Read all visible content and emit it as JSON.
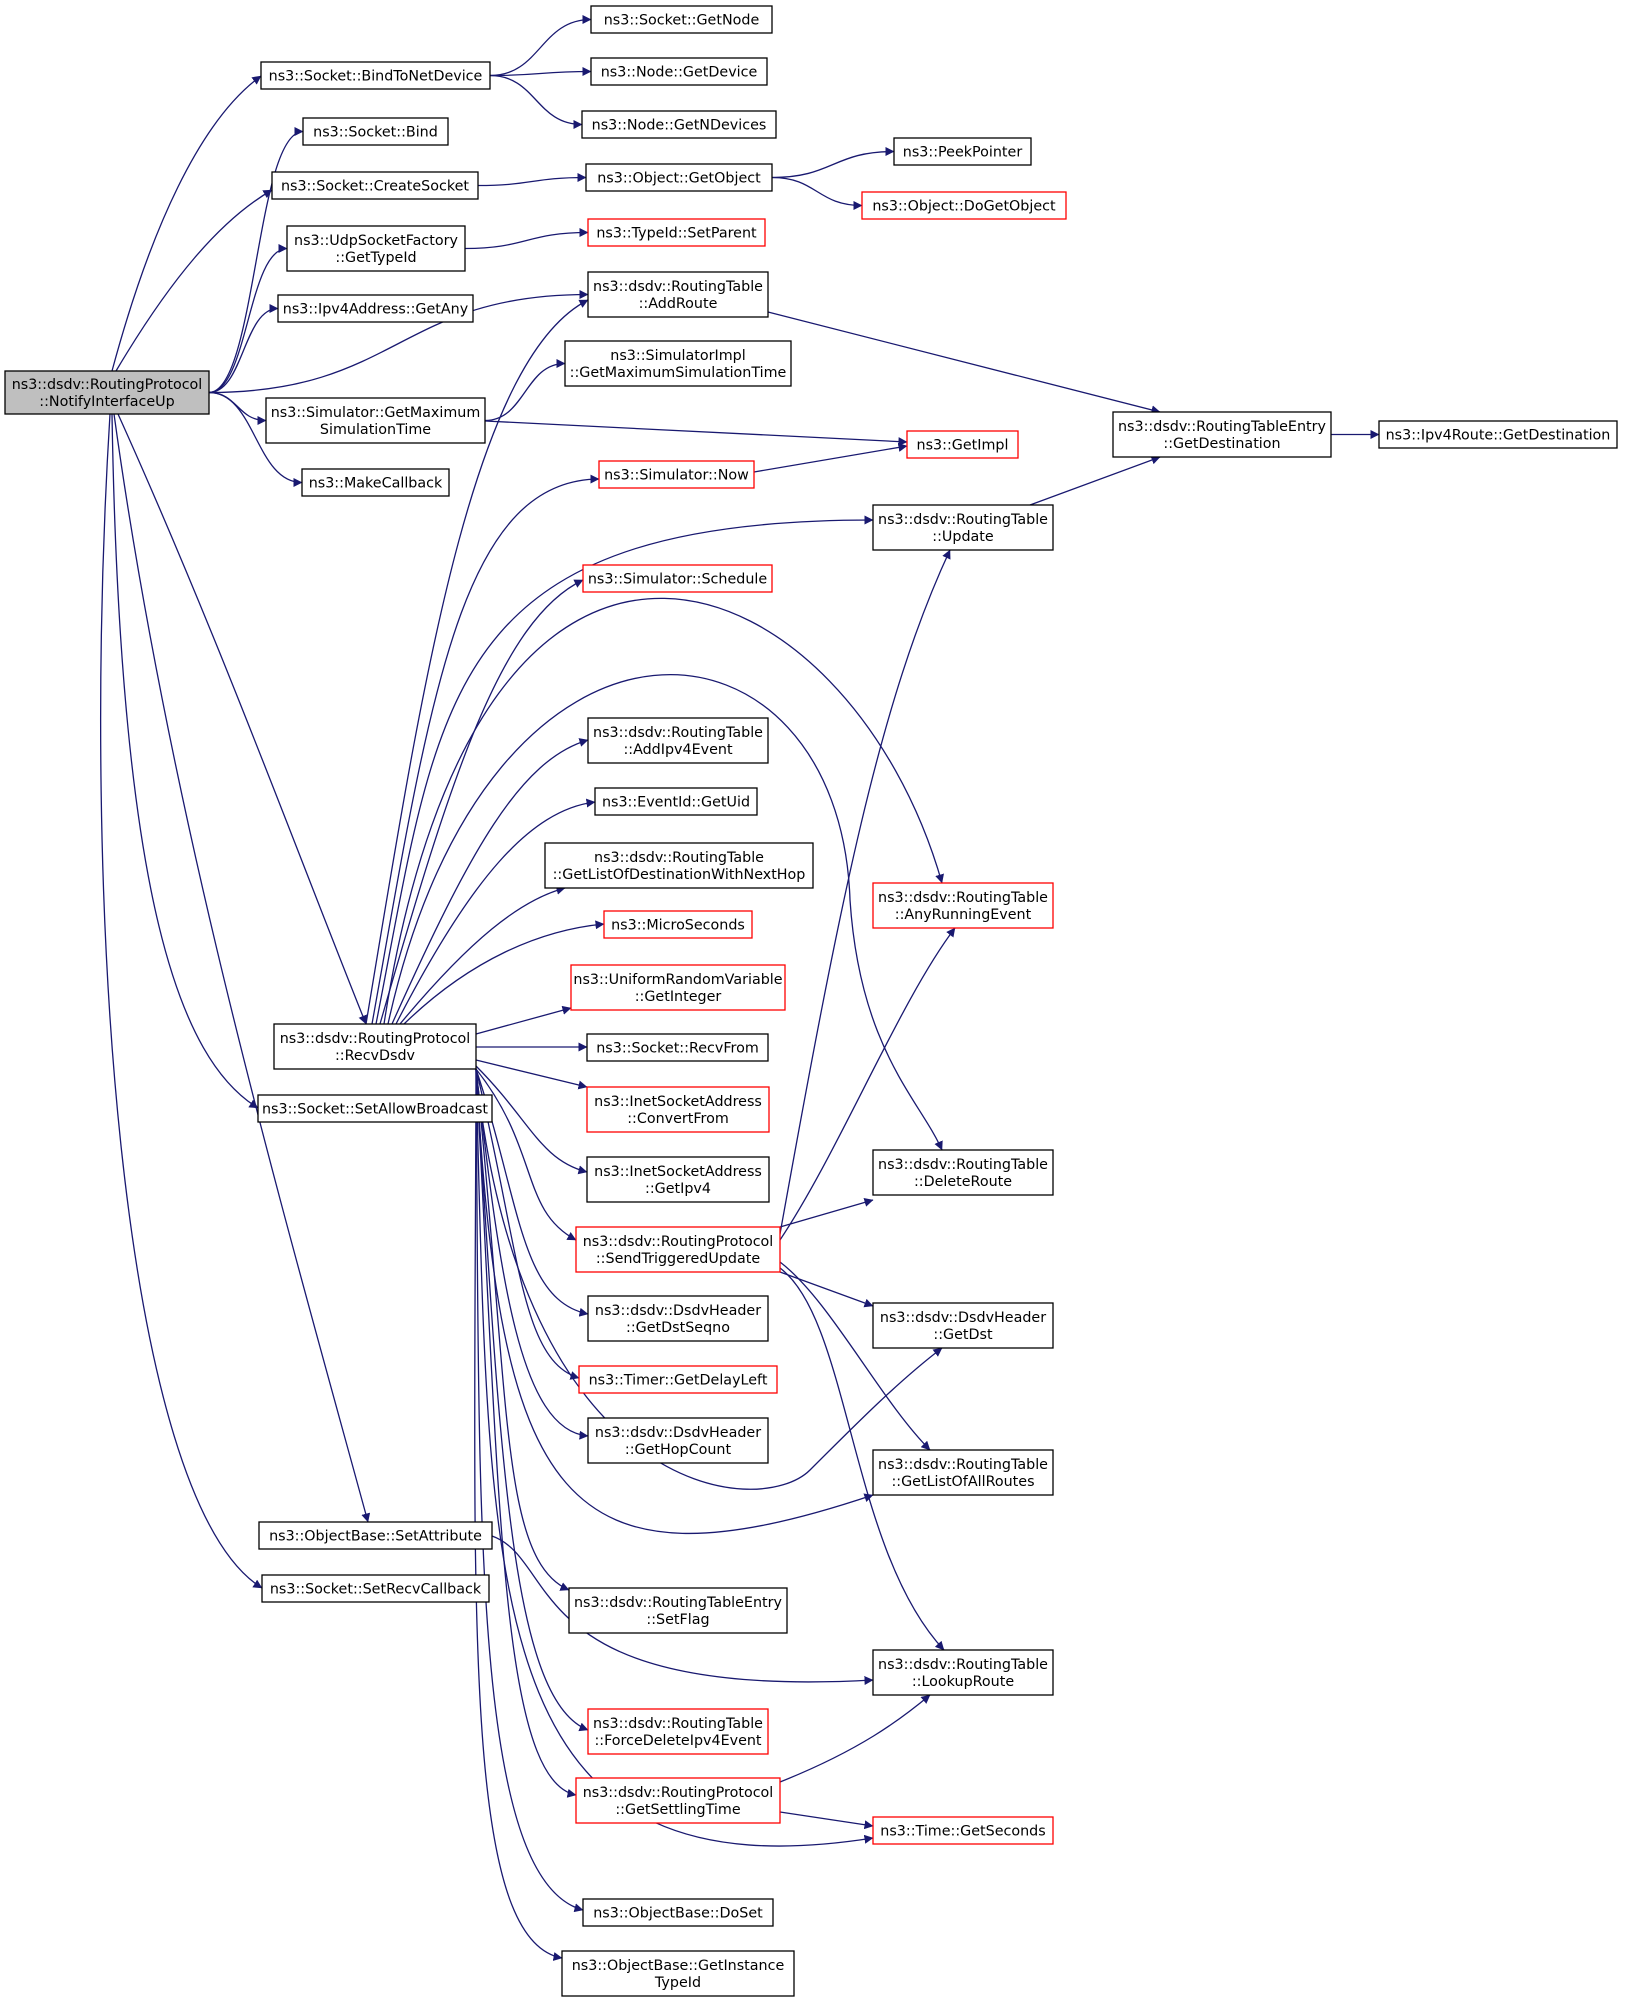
{
  "colors": {
    "edge": "#191970",
    "node_border": "#000000",
    "node_border_external": "#ff0000",
    "root_fill": "#bfbfbf",
    "node_fill": "#ffffff"
  },
  "nodes": {
    "root": {
      "lines": [
        "ns3::dsdv::RoutingProtocol",
        "::NotifyInterfaceUp"
      ],
      "style": "root"
    },
    "bind_to_net_device": {
      "lines": [
        "ns3::Socket::BindToNetDevice"
      ],
      "style": "normal"
    },
    "socket_get_node": {
      "lines": [
        "ns3::Socket::GetNode"
      ],
      "style": "normal"
    },
    "node_get_device": {
      "lines": [
        "ns3::Node::GetDevice"
      ],
      "style": "normal"
    },
    "node_get_n_devices": {
      "lines": [
        "ns3::Node::GetNDevices"
      ],
      "style": "normal"
    },
    "socket_bind": {
      "lines": [
        "ns3::Socket::Bind"
      ],
      "style": "normal"
    },
    "create_socket": {
      "lines": [
        "ns3::Socket::CreateSocket"
      ],
      "style": "normal"
    },
    "get_object": {
      "lines": [
        "ns3::Object::GetObject"
      ],
      "style": "normal"
    },
    "peek_pointer": {
      "lines": [
        "ns3::PeekPointer"
      ],
      "style": "normal"
    },
    "do_get_object": {
      "lines": [
        "ns3::Object::DoGetObject"
      ],
      "style": "external"
    },
    "udp_get_type_id": {
      "lines": [
        "ns3::UdpSocketFactory",
        "::GetTypeId"
      ],
      "style": "normal"
    },
    "set_parent": {
      "lines": [
        "ns3::TypeId::SetParent"
      ],
      "style": "external"
    },
    "ipv4_get_any": {
      "lines": [
        "ns3::Ipv4Address::GetAny"
      ],
      "style": "normal"
    },
    "rt_add_route": {
      "lines": [
        "ns3::dsdv::RoutingTable",
        "::AddRoute"
      ],
      "style": "normal"
    },
    "simimpl_max_time": {
      "lines": [
        "ns3::SimulatorImpl",
        "::GetMaximumSimulationTime"
      ],
      "style": "normal"
    },
    "sim_max_time": {
      "lines": [
        "ns3::Simulator::GetMaximum",
        "SimulationTime"
      ],
      "style": "normal"
    },
    "rte_get_destination": {
      "lines": [
        "ns3::dsdv::RoutingTableEntry",
        "::GetDestination"
      ],
      "style": "normal"
    },
    "ipv4route_get_destination": {
      "lines": [
        "ns3::Ipv4Route::GetDestination"
      ],
      "style": "normal"
    },
    "get_impl": {
      "lines": [
        "ns3::GetImpl"
      ],
      "style": "external"
    },
    "make_callback": {
      "lines": [
        "ns3::MakeCallback"
      ],
      "style": "normal"
    },
    "sim_now": {
      "lines": [
        "ns3::Simulator::Now"
      ],
      "style": "external"
    },
    "rt_update": {
      "lines": [
        "ns3::dsdv::RoutingTable",
        "::Update"
      ],
      "style": "normal"
    },
    "sim_schedule": {
      "lines": [
        "ns3::Simulator::Schedule"
      ],
      "style": "external"
    },
    "rt_add_ipv4_event": {
      "lines": [
        "ns3::dsdv::RoutingTable",
        "::AddIpv4Event"
      ],
      "style": "normal"
    },
    "event_get_uid": {
      "lines": [
        "ns3::EventId::GetUid"
      ],
      "style": "normal"
    },
    "rt_get_list_next_hop": {
      "lines": [
        "ns3::dsdv::RoutingTable",
        "::GetListOfDestinationWithNextHop"
      ],
      "style": "normal"
    },
    "micro_seconds": {
      "lines": [
        "ns3::MicroSeconds"
      ],
      "style": "external"
    },
    "rt_any_running_event": {
      "lines": [
        "ns3::dsdv::RoutingTable",
        "::AnyRunningEvent"
      ],
      "style": "external"
    },
    "urv_get_integer": {
      "lines": [
        "ns3::UniformRandomVariable",
        "::GetInteger"
      ],
      "style": "external"
    },
    "recv_dsdv": {
      "lines": [
        "ns3::dsdv::RoutingProtocol",
        "::RecvDsdv"
      ],
      "style": "normal"
    },
    "socket_recv_from": {
      "lines": [
        "ns3::Socket::RecvFrom"
      ],
      "style": "normal"
    },
    "set_allow_broadcast": {
      "lines": [
        "ns3::Socket::SetAllowBroadcast"
      ],
      "style": "normal"
    },
    "inet_convert_from": {
      "lines": [
        "ns3::InetSocketAddress",
        "::ConvertFrom"
      ],
      "style": "external"
    },
    "inet_get_ipv4": {
      "lines": [
        "ns3::InetSocketAddress",
        "::GetIpv4"
      ],
      "style": "normal"
    },
    "rt_delete_route": {
      "lines": [
        "ns3::dsdv::RoutingTable",
        "::DeleteRoute"
      ],
      "style": "normal"
    },
    "send_triggered_update": {
      "lines": [
        "ns3::dsdv::RoutingProtocol",
        "::SendTriggeredUpdate"
      ],
      "style": "external"
    },
    "dsdvh_get_dst_seqno": {
      "lines": [
        "ns3::dsdv::DsdvHeader",
        "::GetDstSeqno"
      ],
      "style": "normal"
    },
    "dsdvh_get_dst": {
      "lines": [
        "ns3::dsdv::DsdvHeader",
        "::GetDst"
      ],
      "style": "normal"
    },
    "timer_get_delay_left": {
      "lines": [
        "ns3::Timer::GetDelayLeft"
      ],
      "style": "external"
    },
    "dsdvh_get_hop_count": {
      "lines": [
        "ns3::dsdv::DsdvHeader",
        "::GetHopCount"
      ],
      "style": "normal"
    },
    "rt_get_list_all_routes": {
      "lines": [
        "ns3::dsdv::RoutingTable",
        "::GetListOfAllRoutes"
      ],
      "style": "normal"
    },
    "ob_set_attribute": {
      "lines": [
        "ns3::ObjectBase::SetAttribute"
      ],
      "style": "normal"
    },
    "set_recv_callback": {
      "lines": [
        "ns3::Socket::SetRecvCallback"
      ],
      "style": "normal"
    },
    "rte_set_flag": {
      "lines": [
        "ns3::dsdv::RoutingTableEntry",
        "::SetFlag"
      ],
      "style": "normal"
    },
    "rt_lookup_route": {
      "lines": [
        "ns3::dsdv::RoutingTable",
        "::LookupRoute"
      ],
      "style": "normal"
    },
    "rt_force_delete": {
      "lines": [
        "ns3::dsdv::RoutingTable",
        "::ForceDeleteIpv4Event"
      ],
      "style": "external"
    },
    "get_settling_time": {
      "lines": [
        "ns3::dsdv::RoutingProtocol",
        "::GetSettlingTime"
      ],
      "style": "external"
    },
    "time_get_seconds": {
      "lines": [
        "ns3::Time::GetSeconds"
      ],
      "style": "external"
    },
    "ob_do_set": {
      "lines": [
        "ns3::ObjectBase::DoSet"
      ],
      "style": "normal"
    },
    "ob_get_instance_type_id": {
      "lines": [
        "ns3::ObjectBase::GetInstance",
        "TypeId"
      ],
      "style": "normal"
    }
  },
  "edges": [
    [
      "root",
      "bind_to_net_device"
    ],
    [
      "root",
      "socket_bind"
    ],
    [
      "root",
      "create_socket"
    ],
    [
      "root",
      "udp_get_type_id"
    ],
    [
      "root",
      "ipv4_get_any"
    ],
    [
      "root",
      "rt_add_route"
    ],
    [
      "root",
      "sim_max_time"
    ],
    [
      "root",
      "make_callback"
    ],
    [
      "root",
      "recv_dsdv"
    ],
    [
      "root",
      "set_allow_broadcast"
    ],
    [
      "root",
      "ob_set_attribute"
    ],
    [
      "root",
      "set_recv_callback"
    ],
    [
      "bind_to_net_device",
      "socket_get_node"
    ],
    [
      "bind_to_net_device",
      "node_get_device"
    ],
    [
      "bind_to_net_device",
      "node_get_n_devices"
    ],
    [
      "create_socket",
      "get_object"
    ],
    [
      "get_object",
      "peek_pointer"
    ],
    [
      "get_object",
      "do_get_object"
    ],
    [
      "udp_get_type_id",
      "set_parent"
    ],
    [
      "rt_add_route",
      "rte_get_destination"
    ],
    [
      "rte_get_destination",
      "ipv4route_get_destination"
    ],
    [
      "sim_max_time",
      "simimpl_max_time"
    ],
    [
      "sim_max_time",
      "get_impl"
    ],
    [
      "sim_now",
      "get_impl"
    ],
    [
      "rt_update",
      "rte_get_destination"
    ],
    [
      "recv_dsdv",
      "rt_add_route"
    ],
    [
      "recv_dsdv",
      "sim_now"
    ],
    [
      "recv_dsdv",
      "rt_update"
    ],
    [
      "recv_dsdv",
      "sim_schedule"
    ],
    [
      "recv_dsdv",
      "rt_any_running_event"
    ],
    [
      "recv_dsdv",
      "rt_delete_route"
    ],
    [
      "recv_dsdv",
      "rt_add_ipv4_event"
    ],
    [
      "recv_dsdv",
      "event_get_uid"
    ],
    [
      "recv_dsdv",
      "rt_get_list_next_hop"
    ],
    [
      "recv_dsdv",
      "micro_seconds"
    ],
    [
      "recv_dsdv",
      "urv_get_integer"
    ],
    [
      "recv_dsdv",
      "socket_recv_from"
    ],
    [
      "recv_dsdv",
      "inet_convert_from"
    ],
    [
      "recv_dsdv",
      "inet_get_ipv4"
    ],
    [
      "recv_dsdv",
      "send_triggered_update"
    ],
    [
      "recv_dsdv",
      "dsdvh_get_dst_seqno"
    ],
    [
      "recv_dsdv",
      "timer_get_delay_left"
    ],
    [
      "recv_dsdv",
      "dsdvh_get_hop_count"
    ],
    [
      "recv_dsdv",
      "dsdvh_get_dst"
    ],
    [
      "recv_dsdv",
      "rt_get_list_all_routes"
    ],
    [
      "recv_dsdv",
      "rte_set_flag"
    ],
    [
      "recv_dsdv",
      "rt_force_delete"
    ],
    [
      "recv_dsdv",
      "get_settling_time"
    ],
    [
      "recv_dsdv",
      "time_get_seconds"
    ],
    [
      "recv_dsdv",
      "ob_do_set"
    ],
    [
      "recv_dsdv",
      "ob_get_instance_type_id"
    ],
    [
      "send_triggered_update",
      "rt_update"
    ],
    [
      "send_triggered_update",
      "rt_any_running_event"
    ],
    [
      "send_triggered_update",
      "rt_delete_route"
    ],
    [
      "send_triggered_update",
      "dsdvh_get_dst"
    ],
    [
      "send_triggered_update",
      "rt_get_list_all_routes"
    ],
    [
      "send_triggered_update",
      "rt_lookup_route"
    ],
    [
      "ob_set_attribute",
      "rt_lookup_route"
    ],
    [
      "get_settling_time",
      "rt_lookup_route"
    ],
    [
      "get_settling_time",
      "time_get_seconds"
    ]
  ]
}
